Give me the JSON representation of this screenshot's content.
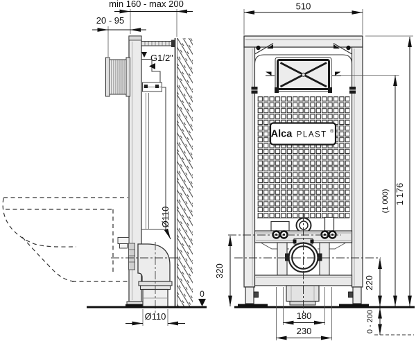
{
  "drawing": {
    "brand": {
      "bold": "Alca",
      "light": "PLAST",
      "registered": "®"
    },
    "dimensions": {
      "installation_depth": "min 160 - max 200",
      "plate_frame_depth": "20 - 95",
      "frame_width": "510",
      "water_supply": "G1/2\"",
      "total_height": "1 176",
      "meter_mark": "(1 000)",
      "fixing_level": "320",
      "waste_outlet_level": "220",
      "floor_build_up": "0 - 200",
      "outlet_spacing_inner": "180",
      "outlet_spacing_outer": "230",
      "waste_pipe_diameter": "Ø110",
      "floor_pipe_diameter": "Ø110",
      "floor_zero": "0"
    },
    "colors": {
      "line": "#1a1a1a",
      "fill_light": "#ececec",
      "fill_mid": "#d8d8d8",
      "background": "#ffffff"
    }
  }
}
